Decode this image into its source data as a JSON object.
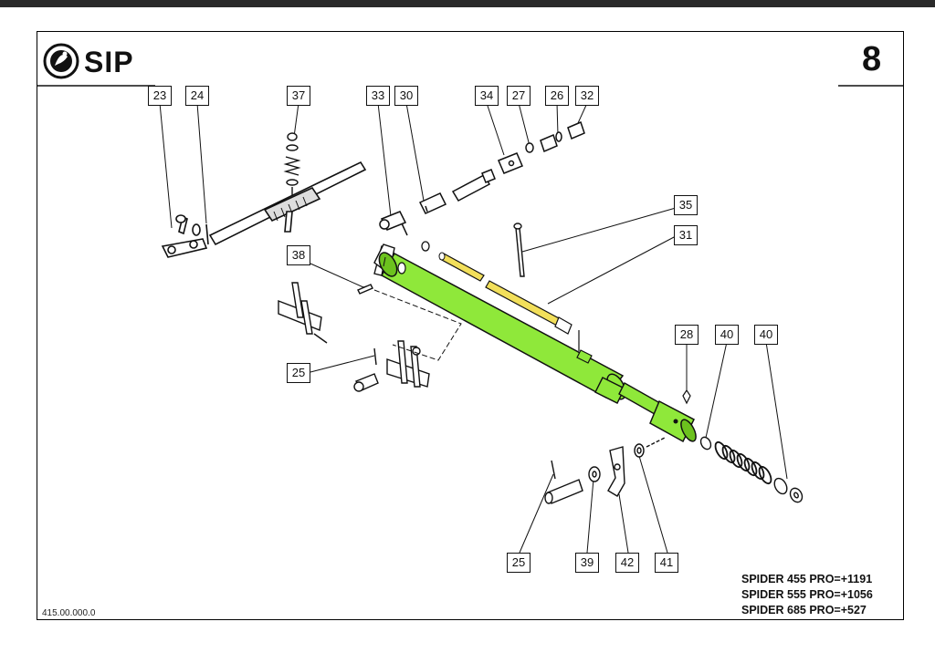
{
  "header": {
    "brand": "SIP",
    "page_number": "8"
  },
  "labels": {
    "l23": "23",
    "l24": "24",
    "l37": "37",
    "l33": "33",
    "l30": "30",
    "l34": "34",
    "l27": "27",
    "l26": "26",
    "l32": "32",
    "l35": "35",
    "l31": "31",
    "l38": "38",
    "l25a": "25",
    "l28": "28",
    "l40a": "40",
    "l40b": "40",
    "l25b": "25",
    "l39": "39",
    "l42": "42",
    "l41": "41"
  },
  "footer": {
    "drawing_code": "415.00.000.0",
    "models": [
      "SPIDER 455 PRO=+1191",
      "SPIDER 555 PRO=+1056",
      "SPIDER 685 PRO=+527"
    ]
  },
  "colors": {
    "highlight": "#8fe83a",
    "highlight_dark": "#6cc21e",
    "rod_yellow": "#f2df5a",
    "line": "#111111"
  },
  "icons": {
    "logo": "sip-logo-icon"
  }
}
